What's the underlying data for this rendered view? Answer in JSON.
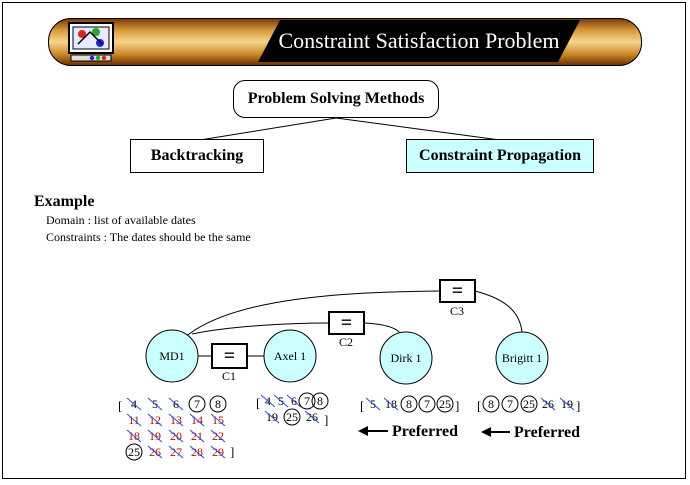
{
  "header": {
    "title": "Constraint Satisfaction Problem"
  },
  "tree": {
    "root": "Problem Solving Methods",
    "left": "Backtracking",
    "right": "Constraint Propagation",
    "right_color": "#ccffff"
  },
  "example": {
    "heading": "Example",
    "domain_line": "Domain : list of available dates",
    "constraints_line": "Constraints : The dates should be the same"
  },
  "graph": {
    "node_fill": "#ccffff",
    "nodes": [
      "MD1",
      "Axel 1",
      "Dirk 1",
      "Brigitt 1"
    ],
    "constraint_symbol": "=",
    "constraints": [
      "C1",
      "C2",
      "C3"
    ]
  },
  "domains": {
    "md1": {
      "open": "[",
      "close": "]",
      "rows": [
        [
          {
            "v": "4",
            "s": "x"
          },
          {
            "v": "5",
            "s": "x"
          },
          {
            "v": "6",
            "s": "x"
          },
          {
            "v": "7",
            "s": "o"
          },
          {
            "v": "8",
            "s": "o"
          }
        ],
        [
          {
            "v": "11",
            "s": "x"
          },
          {
            "v": "12",
            "s": "x"
          },
          {
            "v": "13",
            "s": "x"
          },
          {
            "v": "14",
            "s": "x"
          },
          {
            "v": "15",
            "s": "x"
          }
        ],
        [
          {
            "v": "18",
            "s": "x"
          },
          {
            "v": "19",
            "s": "x"
          },
          {
            "v": "20",
            "s": "x"
          },
          {
            "v": "21",
            "s": "x"
          },
          {
            "v": "22",
            "s": "x"
          }
        ],
        [
          {
            "v": "25",
            "s": "o"
          },
          {
            "v": "26",
            "s": "x"
          },
          {
            "v": "27",
            "s": "x"
          },
          {
            "v": "28",
            "s": "x"
          },
          {
            "v": "29",
            "s": "x"
          }
        ]
      ]
    },
    "axel": {
      "open": "[",
      "close": "]",
      "rows": [
        [
          {
            "v": "4",
            "s": "x"
          },
          {
            "v": "5",
            "s": "x"
          },
          {
            "v": "6",
            "s": "x"
          },
          {
            "v": "7",
            "s": "o"
          },
          {
            "v": "8",
            "s": "o"
          }
        ],
        [
          {
            "v": "19",
            "s": "x"
          },
          {
            "v": "25",
            "s": "o"
          },
          {
            "v": "26",
            "s": "x"
          }
        ]
      ]
    },
    "dirk": {
      "open": "[",
      "close": "]",
      "rows": [
        [
          {
            "v": "5",
            "s": "x"
          },
          {
            "v": "18",
            "s": "x"
          },
          {
            "v": "8",
            "s": "o"
          },
          {
            "v": "7",
            "s": "o"
          },
          {
            "v": "25",
            "s": "o"
          }
        ]
      ]
    },
    "brigitt": {
      "open": "[",
      "close": "]",
      "rows": [
        [
          {
            "v": "8",
            "s": "o"
          },
          {
            "v": "7",
            "s": "o"
          },
          {
            "v": "25",
            "s": "o"
          },
          {
            "v": "26",
            "s": "x"
          },
          {
            "v": "19",
            "s": "x"
          }
        ]
      ]
    }
  },
  "preferred_label": "Preferred",
  "colors": {
    "cross": "#2a4fd0",
    "date_red": "#b01010",
    "title_text": "#ffffff"
  }
}
